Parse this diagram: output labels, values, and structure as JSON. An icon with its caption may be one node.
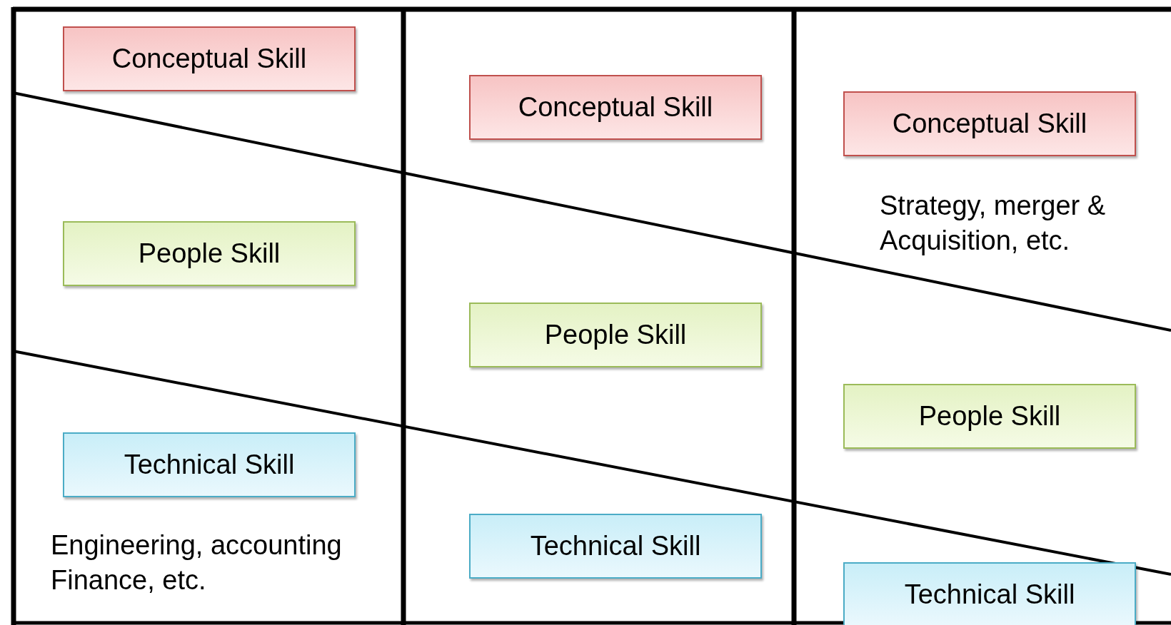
{
  "diagram": {
    "nodes": [
      {
        "text": [
          "Conceptual Skill"
        ]
      },
      {
        "text": [
          "Conceptual Skill"
        ]
      },
      {
        "text": [
          "Conceptual Skill"
        ]
      },
      {
        "text": [
          "People Skill"
        ]
      },
      {
        "text": [
          "People Skill"
        ]
      },
      {
        "text": [
          "People Skill"
        ]
      },
      {
        "text": [
          "Technical Skill"
        ]
      },
      {
        "text": [
          "Technical Skill"
        ]
      },
      {
        "text": [
          "Technical Skill"
        ]
      }
    ],
    "labels": [
      "Strategy, merger & Acquisition, etc.",
      "Engineering, accounting Finance, etc."
    ]
  }
}
